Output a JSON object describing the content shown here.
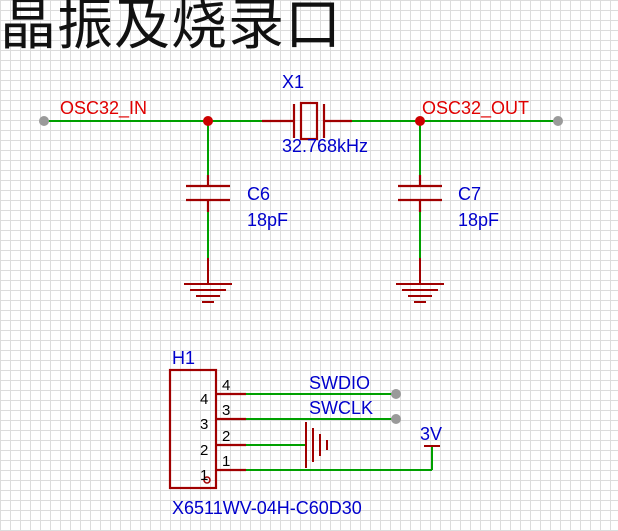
{
  "title": "晶振及烧录口",
  "nets": {
    "osc_in": "OSC32_IN",
    "osc_out": "OSC32_OUT",
    "swdio": "SWDIO",
    "swclk": "SWCLK",
    "v3": "3V"
  },
  "crystal": {
    "ref": "X1",
    "value": "32.768kHz"
  },
  "capacitors": [
    {
      "ref": "C6",
      "value": "18pF"
    },
    {
      "ref": "C7",
      "value": "18pF"
    }
  ],
  "header": {
    "ref": "H1",
    "part": "X6511WV-04H-C60D30",
    "pins": [
      "4",
      "3",
      "2",
      "1"
    ]
  },
  "colors": {
    "wire": "#00a000",
    "part": "#a00000",
    "net_label": "#e00000",
    "designator": "#0000cc"
  }
}
